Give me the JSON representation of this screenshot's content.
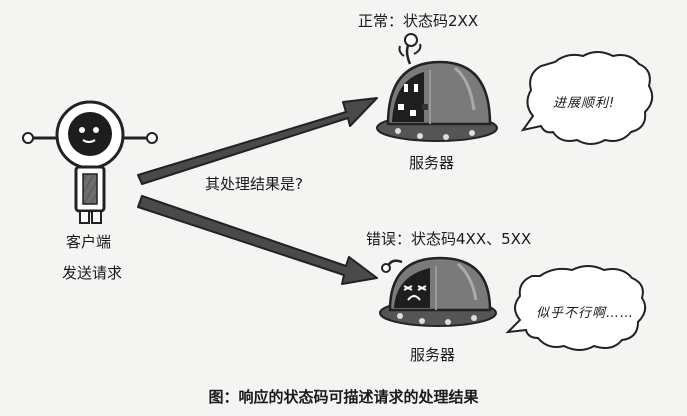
{
  "client": {
    "name": "客户端",
    "action": "发送请求"
  },
  "question": "其处理结果是?",
  "outcomes": [
    {
      "status": "正常：状态码2XX",
      "server_label": "服务器",
      "bubble": "进展顺利!"
    },
    {
      "status": "错误：状态码4XX、5XX",
      "server_label": "服务器",
      "bubble": "似乎不行啊……"
    }
  ],
  "caption": "图：响应的状态码可描述请求的处理结果"
}
